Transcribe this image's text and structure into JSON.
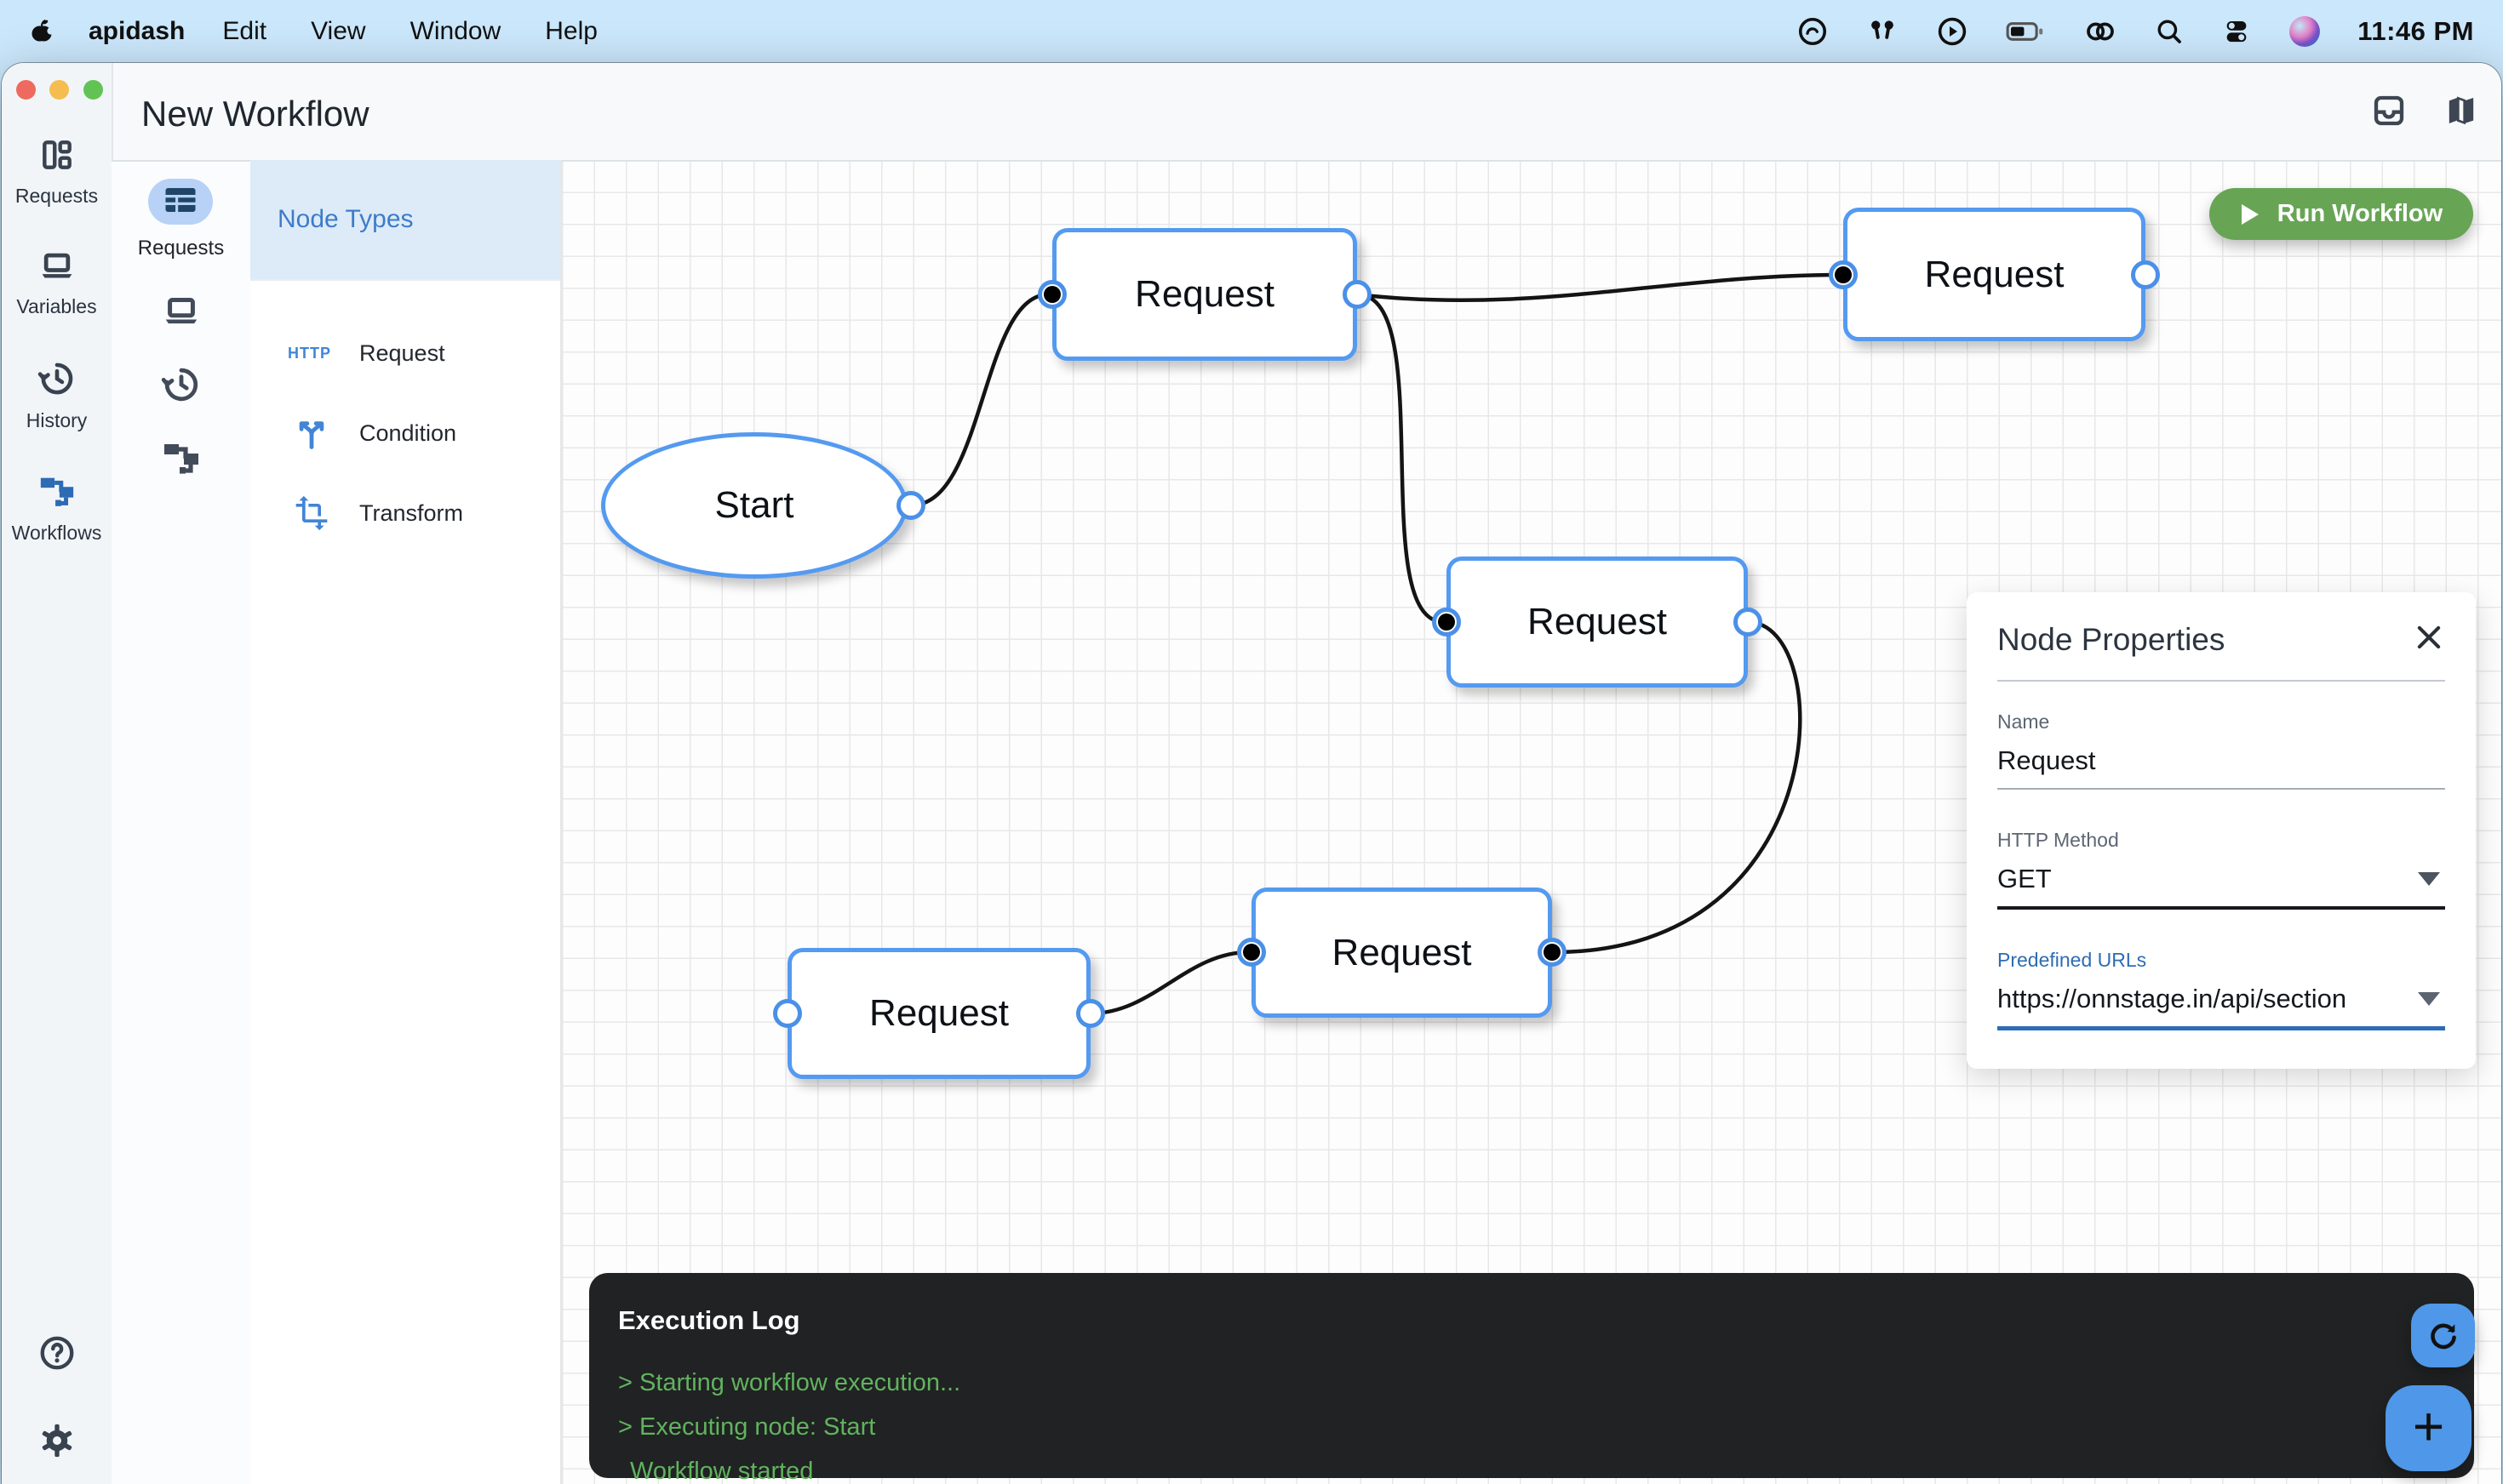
{
  "menubar": {
    "app_name": "apidash",
    "menus": [
      "Edit",
      "View",
      "Window",
      "Help"
    ],
    "time": "11:46 PM"
  },
  "titlebar": {
    "title": "New Workflow"
  },
  "nav_sidebar": {
    "items": [
      {
        "label": "Requests"
      },
      {
        "label": "Variables"
      },
      {
        "label": "History"
      },
      {
        "label": "Workflows"
      }
    ]
  },
  "rail": {
    "top_label": "Requests"
  },
  "node_palette": {
    "header": "Node Types",
    "items": [
      {
        "label": "Request"
      },
      {
        "label": "Condition"
      },
      {
        "label": "Transform"
      }
    ]
  },
  "canvas": {
    "run_button_label": "Run Workflow",
    "nodes": [
      {
        "label": "Start"
      },
      {
        "label": "Request"
      },
      {
        "label": "Request"
      },
      {
        "label": "Request"
      },
      {
        "label": "Request"
      },
      {
        "label": "Request"
      }
    ]
  },
  "properties_panel": {
    "title": "Node Properties",
    "name_label": "Name",
    "name_value": "Request",
    "method_label": "HTTP Method",
    "method_value": "GET",
    "urls_label": "Predefined URLs",
    "urls_value": "https://onnstage.in/api/section"
  },
  "execution_log": {
    "title": "Execution Log",
    "lines": [
      "> Starting workflow execution...",
      "> Executing node: Start",
      "Workflow started"
    ]
  },
  "colors": {
    "accent_blue": "#4a90e8",
    "run_green": "#67a555",
    "log_green": "#61b35f",
    "menubar_blue": "#cbe7fb",
    "palette_header_blue": "#ddebf8"
  }
}
